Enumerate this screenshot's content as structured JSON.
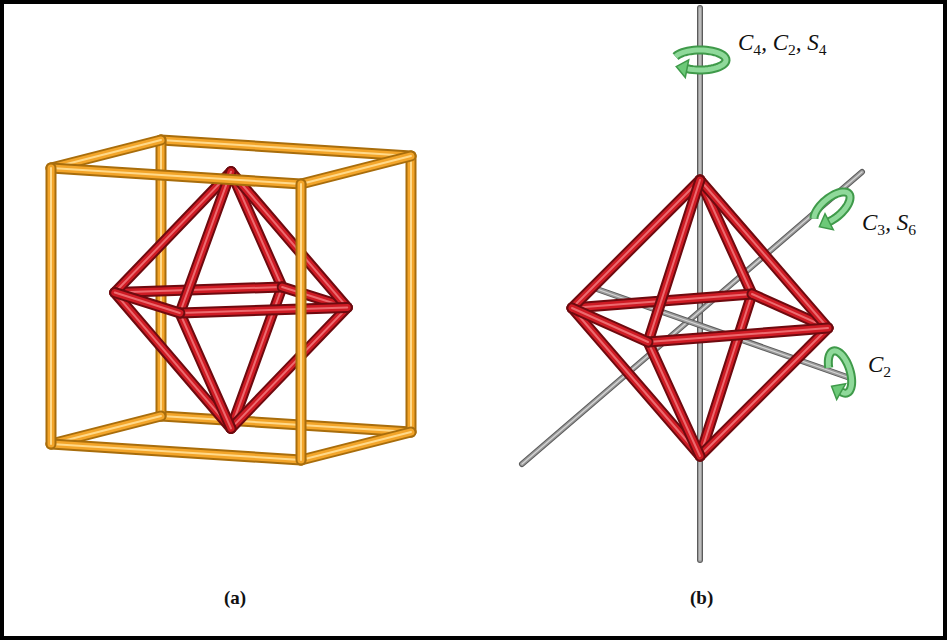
{
  "diagram": {
    "labels": [
      "C4, C2, S4",
      "C3, S6",
      "C2",
      "(a)",
      "(b)"
    ]
  }
}
